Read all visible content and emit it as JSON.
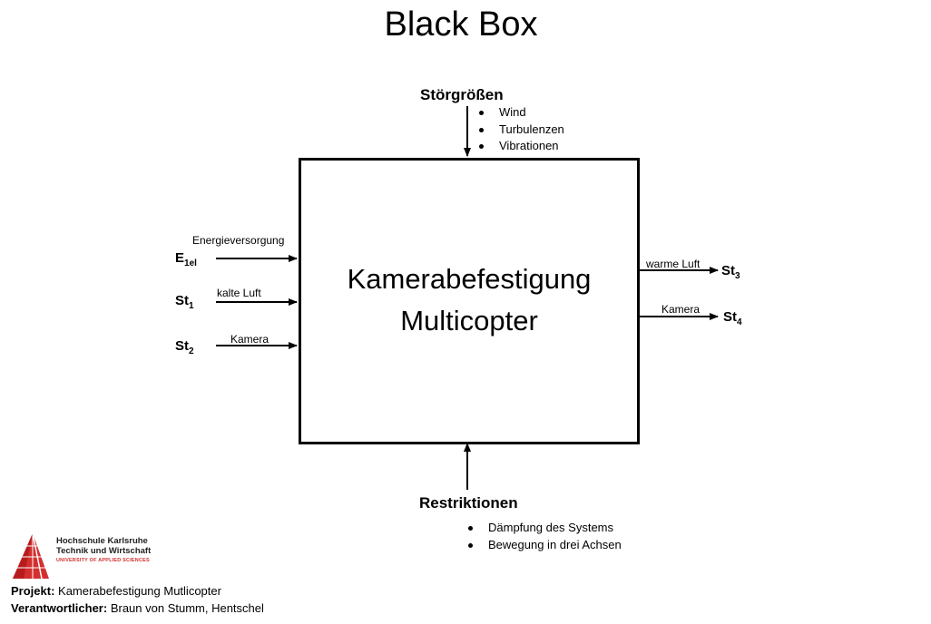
{
  "title": "Black Box",
  "box": {
    "line1": "Kamerabefestigung",
    "line2": "Multicopter"
  },
  "disturbances": {
    "heading": "Störgrößen",
    "items": [
      "Wind",
      "Turbulenzen",
      "Vibrationen"
    ]
  },
  "restrictions": {
    "heading": "Restriktionen",
    "items": [
      "Dämpfung des Systems",
      "Bewegung in drei Achsen"
    ]
  },
  "inputs": [
    {
      "symbol": "E",
      "subscript": "1el",
      "label": "Energieversorgung"
    },
    {
      "symbol": "St",
      "subscript": "1",
      "label": "kalte Luft"
    },
    {
      "symbol": "St",
      "subscript": "2",
      "label": "Kamera"
    }
  ],
  "outputs": [
    {
      "symbol": "St",
      "subscript": "3",
      "label": "warme Luft"
    },
    {
      "symbol": "St",
      "subscript": "4",
      "label": "Kamera"
    }
  ],
  "logo": {
    "line1": "Hochschule Karlsruhe",
    "line2": "Technik und Wirtschaft",
    "line3": "UNIVERSITY OF APPLIED SCIENCES",
    "accent_color": "#d32f2f"
  },
  "footer": {
    "project_label": "Projekt:",
    "project_value": " Kamerabefestigung Mutlicopter",
    "responsible_label": "Verantwortlicher:",
    "responsible_value": " Braun von Stumm, Hentschel"
  }
}
